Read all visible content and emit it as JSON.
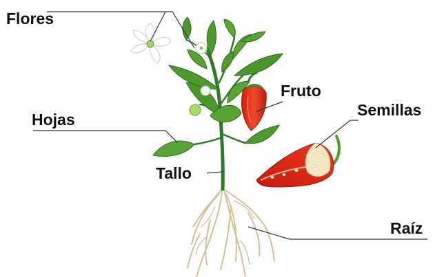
{
  "labels": {
    "flores": "Flores",
    "hojas": "Hojas",
    "tallo": "Tallo",
    "fruto": "Fruto",
    "semillas": "Semillas",
    "raiz": "Raíz"
  },
  "colors": {
    "background": "#ffffff",
    "leaf": "#4f9a2e",
    "leaf_dark": "#2f6f1c",
    "stem": "#2f7a2a",
    "pepper": "#e8351f",
    "pepper_dark": "#b31d10",
    "seed": "#f3e7c2",
    "root": "#d8c29a",
    "flower": "#ffffff",
    "leader_line": "#333333"
  },
  "icons": [
    "pepper-plant-illustration",
    "flower-icon",
    "pepper-fruit-icon",
    "cut-pepper-icon"
  ]
}
